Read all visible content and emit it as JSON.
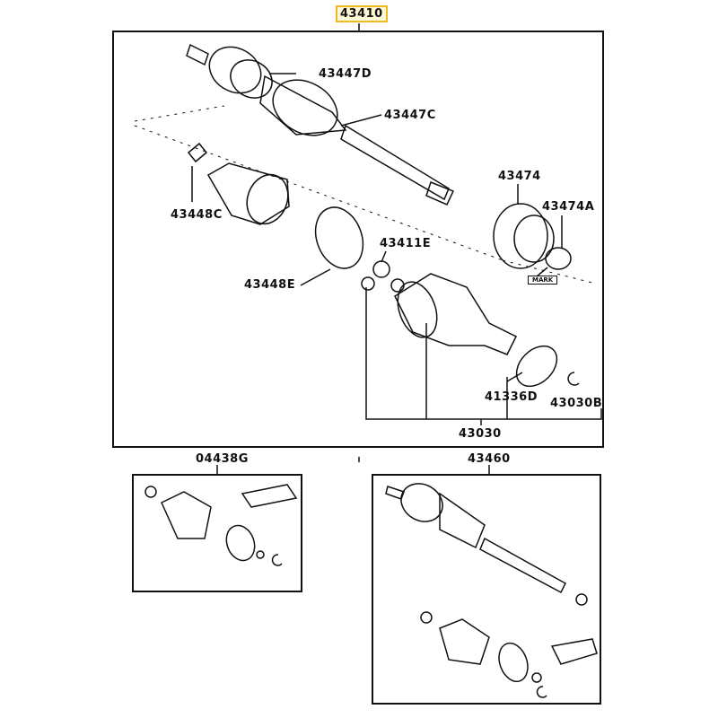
{
  "diagram": {
    "main_assembly": "43410",
    "parts": {
      "p43447D": "43447D",
      "p43447C": "43447C",
      "p43474": "43474",
      "p43474A": "43474A",
      "p43448C": "43448C",
      "p43411E": "43411E",
      "p43448E": "43448E",
      "p41336D": "41336D",
      "p43030B": "43030B",
      "p43030": "43030"
    },
    "mark_label": "MARK",
    "kit_left": "04438G",
    "kit_right": "43460"
  },
  "colors": {
    "highlight_border": "#f2b824",
    "highlight_fill": "#fffbd8"
  }
}
